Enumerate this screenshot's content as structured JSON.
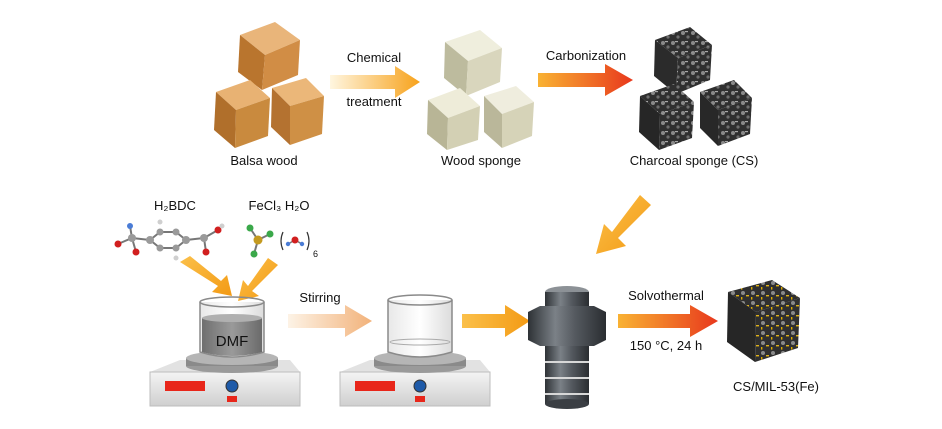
{
  "labels": {
    "balsa_wood": "Balsa wood",
    "chemical": "Chemical",
    "treatment": "treatment",
    "wood_sponge": "Wood sponge",
    "carbonization": "Carbonization",
    "charcoal_sponge": "Charcoal sponge (CS)",
    "h2bdc": "H₂BDC",
    "fecl3_h2o": "FeCl₃  H₂O",
    "water_subscript": "6",
    "dmf": "DMF",
    "stirring": "Stirring",
    "solvothermal": "Solvothermal",
    "conditions": "150 °C, 24 h",
    "product": "CS/MIL-53(Fe)"
  },
  "colors": {
    "arrow_orange": "#f7a21b",
    "arrow_red": "#e8381c",
    "wood": "#c98a3e",
    "sponge": "#d9d6bd",
    "charcoal": "#3a3a3a",
    "autoclave": "#4a4f55",
    "display_red": "#e8261a"
  },
  "icons": {
    "molecule_h2bdc": "ball-and-stick-molecule",
    "molecule_fecl3": "fecl3-molecule",
    "water": "water-molecule"
  }
}
